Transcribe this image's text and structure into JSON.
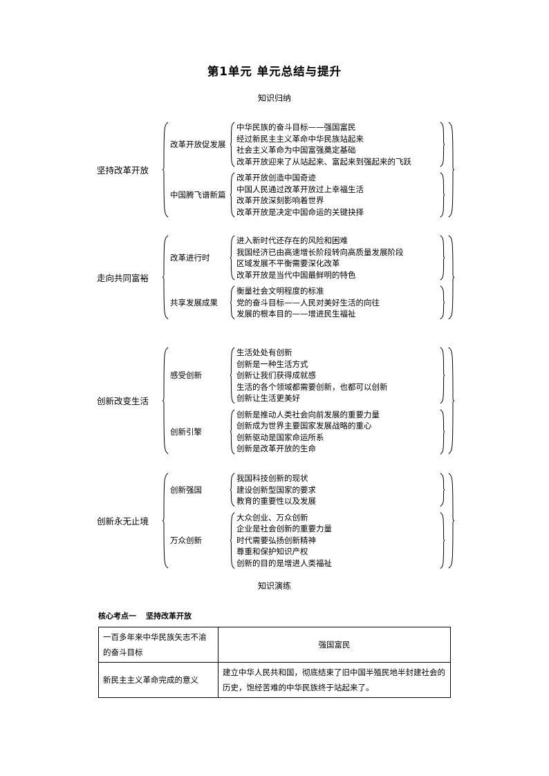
{
  "document": {
    "title": "第1单元  单元总结与提升",
    "subtitle_knowledge": "知识归纳",
    "subtitle_practice": "知识演练"
  },
  "mindmap": {
    "groups": [
      {
        "id": "group-1",
        "label": "坚持改革开放",
        "branches": [
          {
            "label": "改革开放促发展",
            "leaves": [
              "中华民族的奋斗目标——强国富民",
              "经过新民主主义革命中华民族站起来",
              "社会主义革命为中国富强奠定基础",
              "改革开放迎来了从站起来、富起来到强起来的飞跃"
            ]
          },
          {
            "label": "中国腾飞谱新篇",
            "leaves": [
              "改革开放创造中国奇迹",
              "中国人民通过改革开放过上幸福生活",
              "改革开放深刻影响着世界",
              "改革开放是决定中国命运的关键抉择"
            ]
          }
        ]
      },
      {
        "id": "group-2",
        "label": "走向共同富裕",
        "branches": [
          {
            "label": "改革进行时",
            "leaves": [
              "进入新时代还存在的风险和困难",
              "我国经济已由高速增长阶段转向高质量发展阶段",
              "区域发展不平衡需要深化改革",
              "改革开放是当代中国最鲜明的特色"
            ]
          },
          {
            "label": "共享发展成果",
            "leaves": [
              "衡量社会文明程度的标准",
              "党的奋斗目标——人民对美好生活的向往",
              "发展的根本目的——增进民生福祉"
            ]
          }
        ]
      },
      {
        "id": "group-3",
        "label": "创新改变生活",
        "branches": [
          {
            "label": "感受创新",
            "leaves": [
              "生活处处有创新",
              "创新是一种生活方式",
              "创新让我们获得成就感",
              "生活的各个领域都需要创新，也都可以创新",
              "创新让生活更美好"
            ]
          },
          {
            "label": "创新引擎",
            "leaves": [
              "创新是推动人类社会向前发展的重要力量",
              "创新成为世界主要国家发展战略的重心",
              "创新驱动是国家命运所系",
              "创新是改革开放的生命"
            ]
          }
        ]
      },
      {
        "id": "group-4",
        "label": "创新永无止境",
        "branches": [
          {
            "label": "创新强国",
            "leaves": [
              "我国科技创新的现状",
              "建设创新型国家的要求",
              "教育的重要性以及发展"
            ]
          },
          {
            "label": "万众创新",
            "leaves": [
              "大众创业、万众创新",
              "企业是社会创新的重要力量",
              "时代需要弘扬创新精神",
              "尊重和保护知识产权",
              "创新的目的是增进人类福祉"
            ]
          }
        ]
      }
    ]
  },
  "keypoint": {
    "header_label": "核心考点一",
    "header_topic": "坚持改革开放",
    "rows": [
      {
        "term": "一百多年来中华民族矢志不渝的奋斗目标",
        "definition": "强国富民",
        "align": "center"
      },
      {
        "term": "新民主主义革命完成的意义",
        "definition": "建立中华人民共和国，彻底结束了旧中国半殖民地半封建社会的历史，饱经苦难的中华民族终于站起来了。",
        "align": "left"
      }
    ]
  }
}
